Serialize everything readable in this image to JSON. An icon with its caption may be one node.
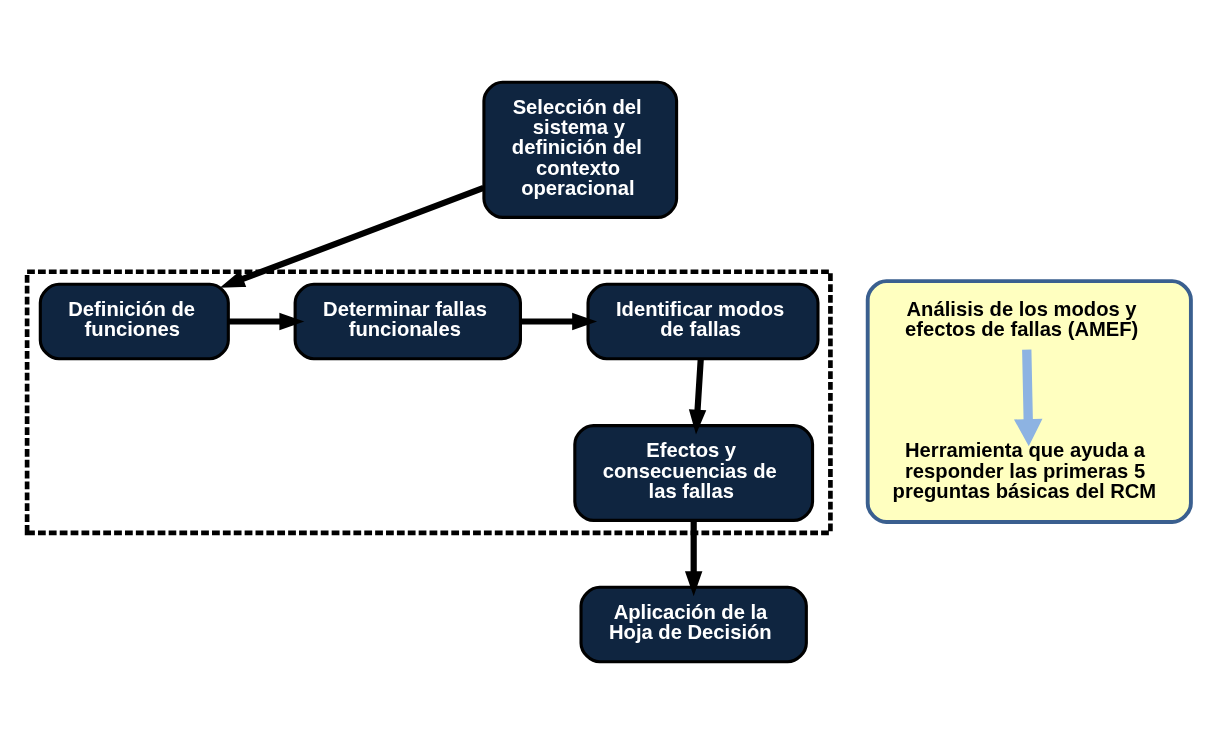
{
  "diagram": {
    "nodes": [
      {
        "text": [
          "Selección del sistema y definición del contexto operacional"
        ]
      },
      {
        "text": [],
        "shape": "box"
      },
      {
        "text": [
          "Definición de funciones"
        ],
        "in": 1
      },
      {
        "text": [
          "Determinar fallas funcionales"
        ],
        "in": 1
      },
      {
        "text": [
          "Identificar modos de fallas"
        ],
        "in": 1
      },
      {
        "text": [
          "Efectos y consecuencias de las fallas"
        ],
        "in": 1
      },
      {
        "text": [],
        "shape": "box"
      },
      {
        "text": [
          "Análisis de los modos y efectos de fallas (AMEF)"
        ],
        "in": 6
      },
      {
        "text": [
          "Herramienta que ayuda a responder las primeras 5 preguntas básicas del RCM"
        ],
        "in": 6
      },
      {
        "text": [
          "Aplicación de la Hoja de Decisión"
        ]
      }
    ],
    "edges": [
      {
        "from": 0,
        "to": 2,
        "arrow": "to"
      },
      {
        "from": 2,
        "to": 3,
        "arrow": "to"
      },
      {
        "from": 3,
        "to": 4,
        "arrow": "to"
      },
      {
        "from": 4,
        "to": 5,
        "arrow": "to"
      },
      {
        "from": 5,
        "to": 9,
        "arrow": "to"
      },
      {
        "from": 7,
        "to": 8,
        "arrow": "to",
        "color": "#8db3e2"
      }
    ]
  }
}
